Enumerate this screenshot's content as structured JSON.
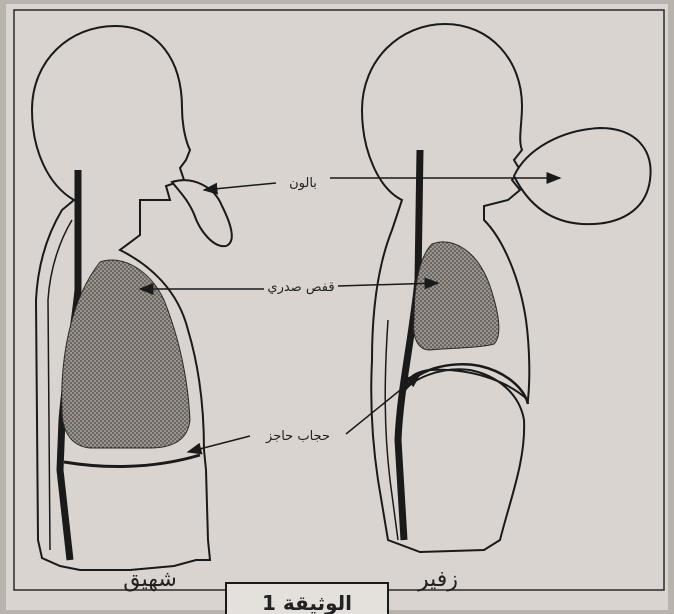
{
  "labels": {
    "balloon": "بالون",
    "rib_cage": "قفص صدري",
    "diaphragm": "حجاب حاجز",
    "inhale": "شهيق",
    "exhale": "زفير"
  },
  "caption": "الوثيقة 1",
  "colors": {
    "paper": "#d9d4cf",
    "line": "#1a1a1a",
    "lung_fill": "#7d7873"
  }
}
